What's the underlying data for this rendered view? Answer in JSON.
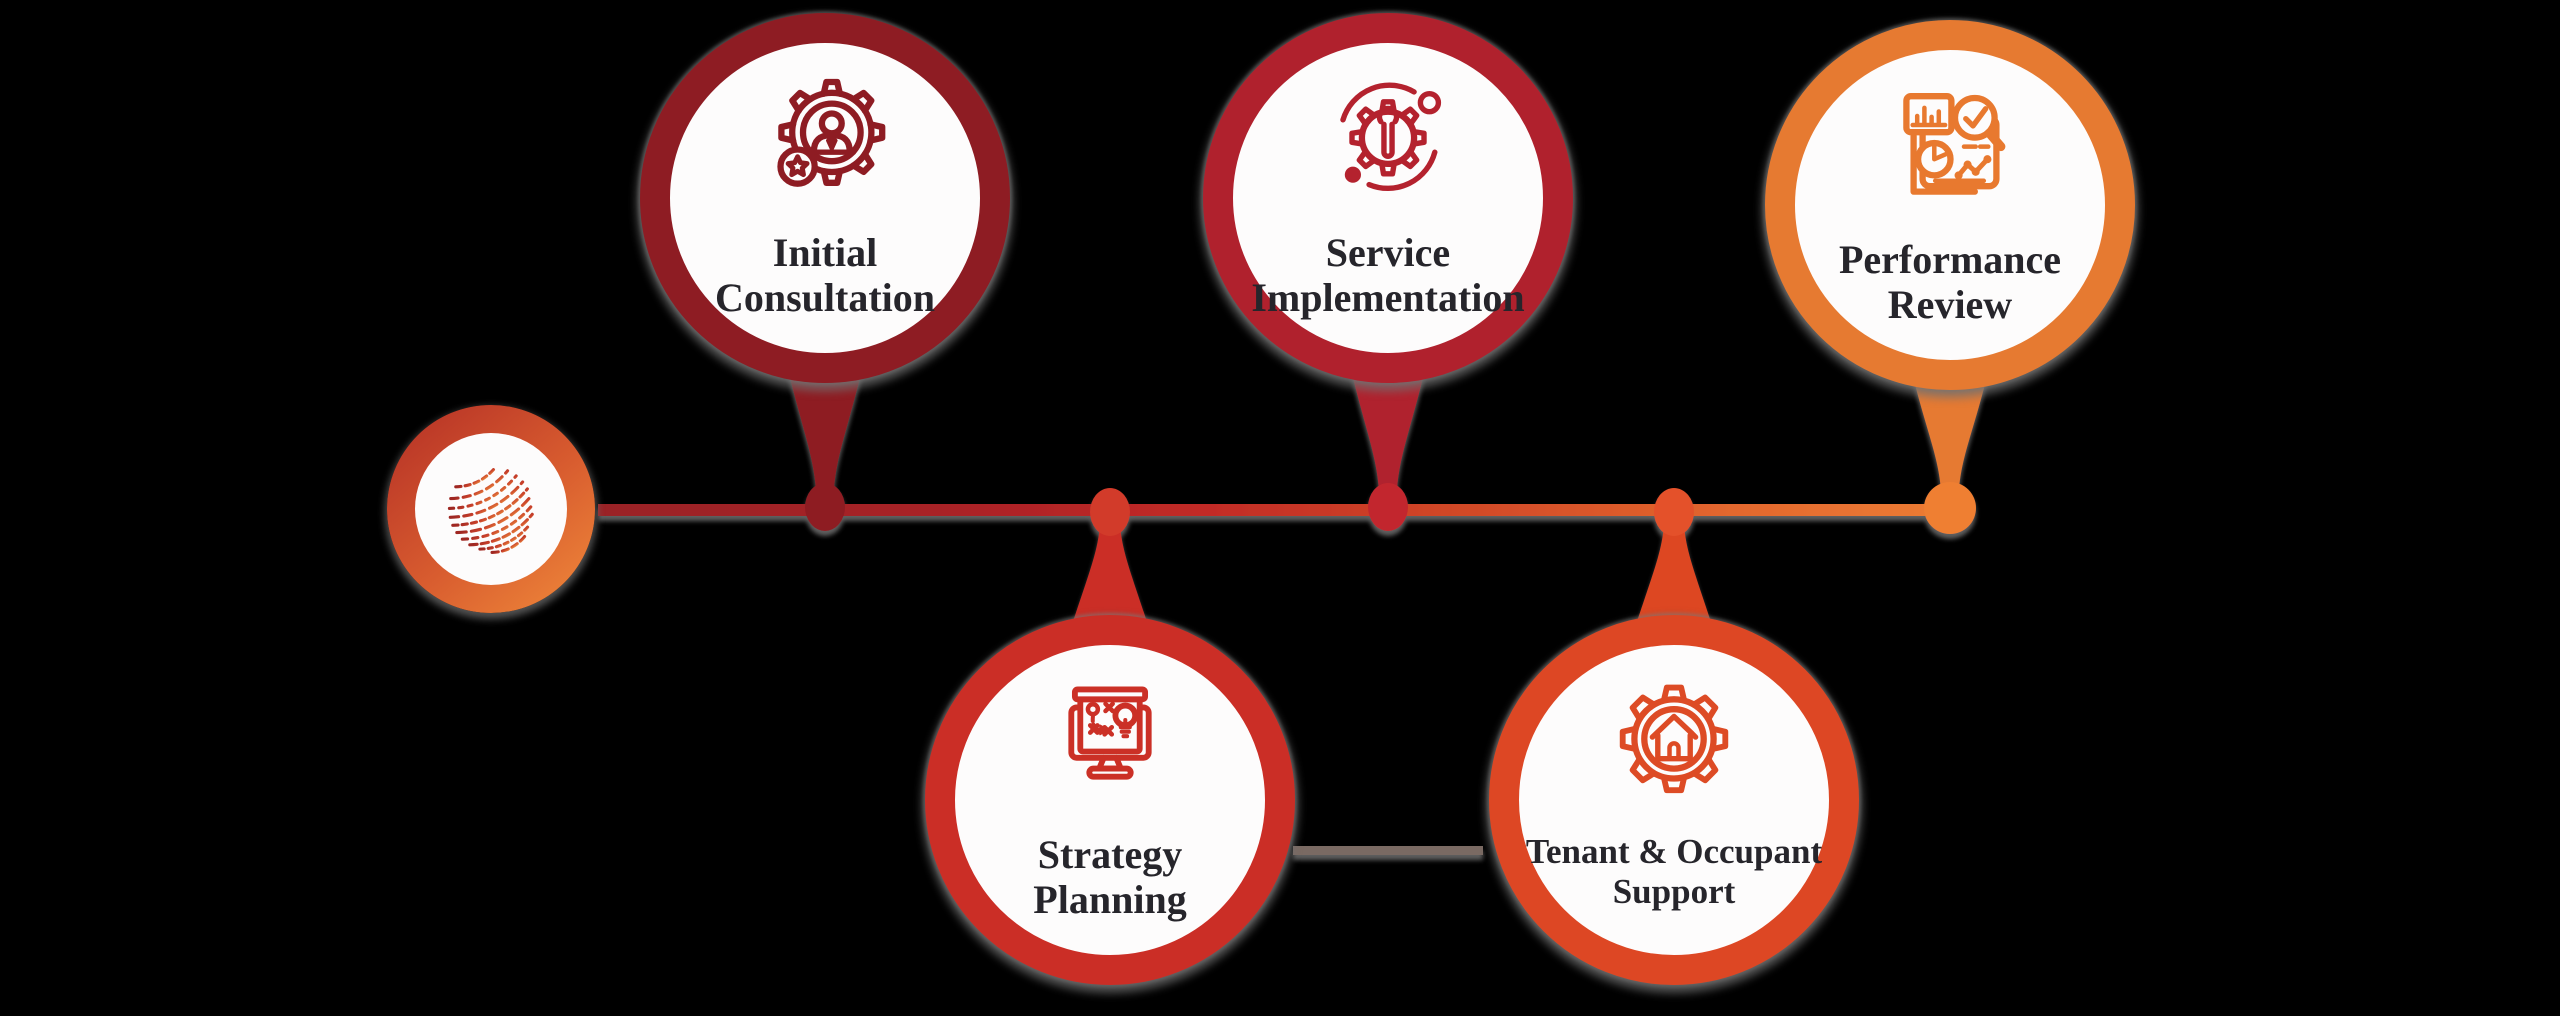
{
  "diagram": {
    "type": "process-timeline-infographic",
    "background_color": "#000000",
    "text_color": "#26252B",
    "logo": {
      "name": "dotted-globe-logo",
      "ring_gradient": [
        "#B93527",
        "#EC8238"
      ],
      "sphere_gradient": [
        "#9E2722",
        "#E8823C"
      ]
    },
    "timeline": {
      "line_gradient": [
        "#9A2025",
        "#C22B28",
        "#EC7C33"
      ],
      "shadow_color": "#6A6A6A",
      "bottom_connector_color": "#7A6A64"
    },
    "nodes": [
      {
        "id": "initial-consultation",
        "label_line1": "Initial",
        "label_line2": "Consultation",
        "ring_color": "#8E1C23",
        "dot_color": "#8E1D23",
        "icon": "person-gear-star-icon",
        "position": "top"
      },
      {
        "id": "service-implementation",
        "label_line1": "Service",
        "label_line2": "Implementation",
        "ring_color": "#B0212D",
        "dot_color": "#C2282E",
        "icon": "gear-wrench-orbit-icon",
        "position": "top"
      },
      {
        "id": "performance-review",
        "label_line1": "Performance",
        "label_line2": "Review",
        "ring_color": "#E67A31",
        "dot_color": "#EF7F33",
        "icon": "analytics-report-magnifier-icon",
        "position": "top"
      },
      {
        "id": "strategy-planning",
        "label_line1": "Strategy",
        "label_line2": "Planning",
        "ring_color": "#CB2E26",
        "dot_color": "#D23A2A",
        "icon": "monitor-strategy-icon",
        "position": "bottom"
      },
      {
        "id": "tenant-occupant-support",
        "label_line1": "Tenant & Occupant",
        "label_line2": "Support",
        "ring_color": "#DD4724",
        "dot_color": "#E4512A",
        "icon": "gear-house-icon",
        "position": "bottom"
      }
    ]
  }
}
